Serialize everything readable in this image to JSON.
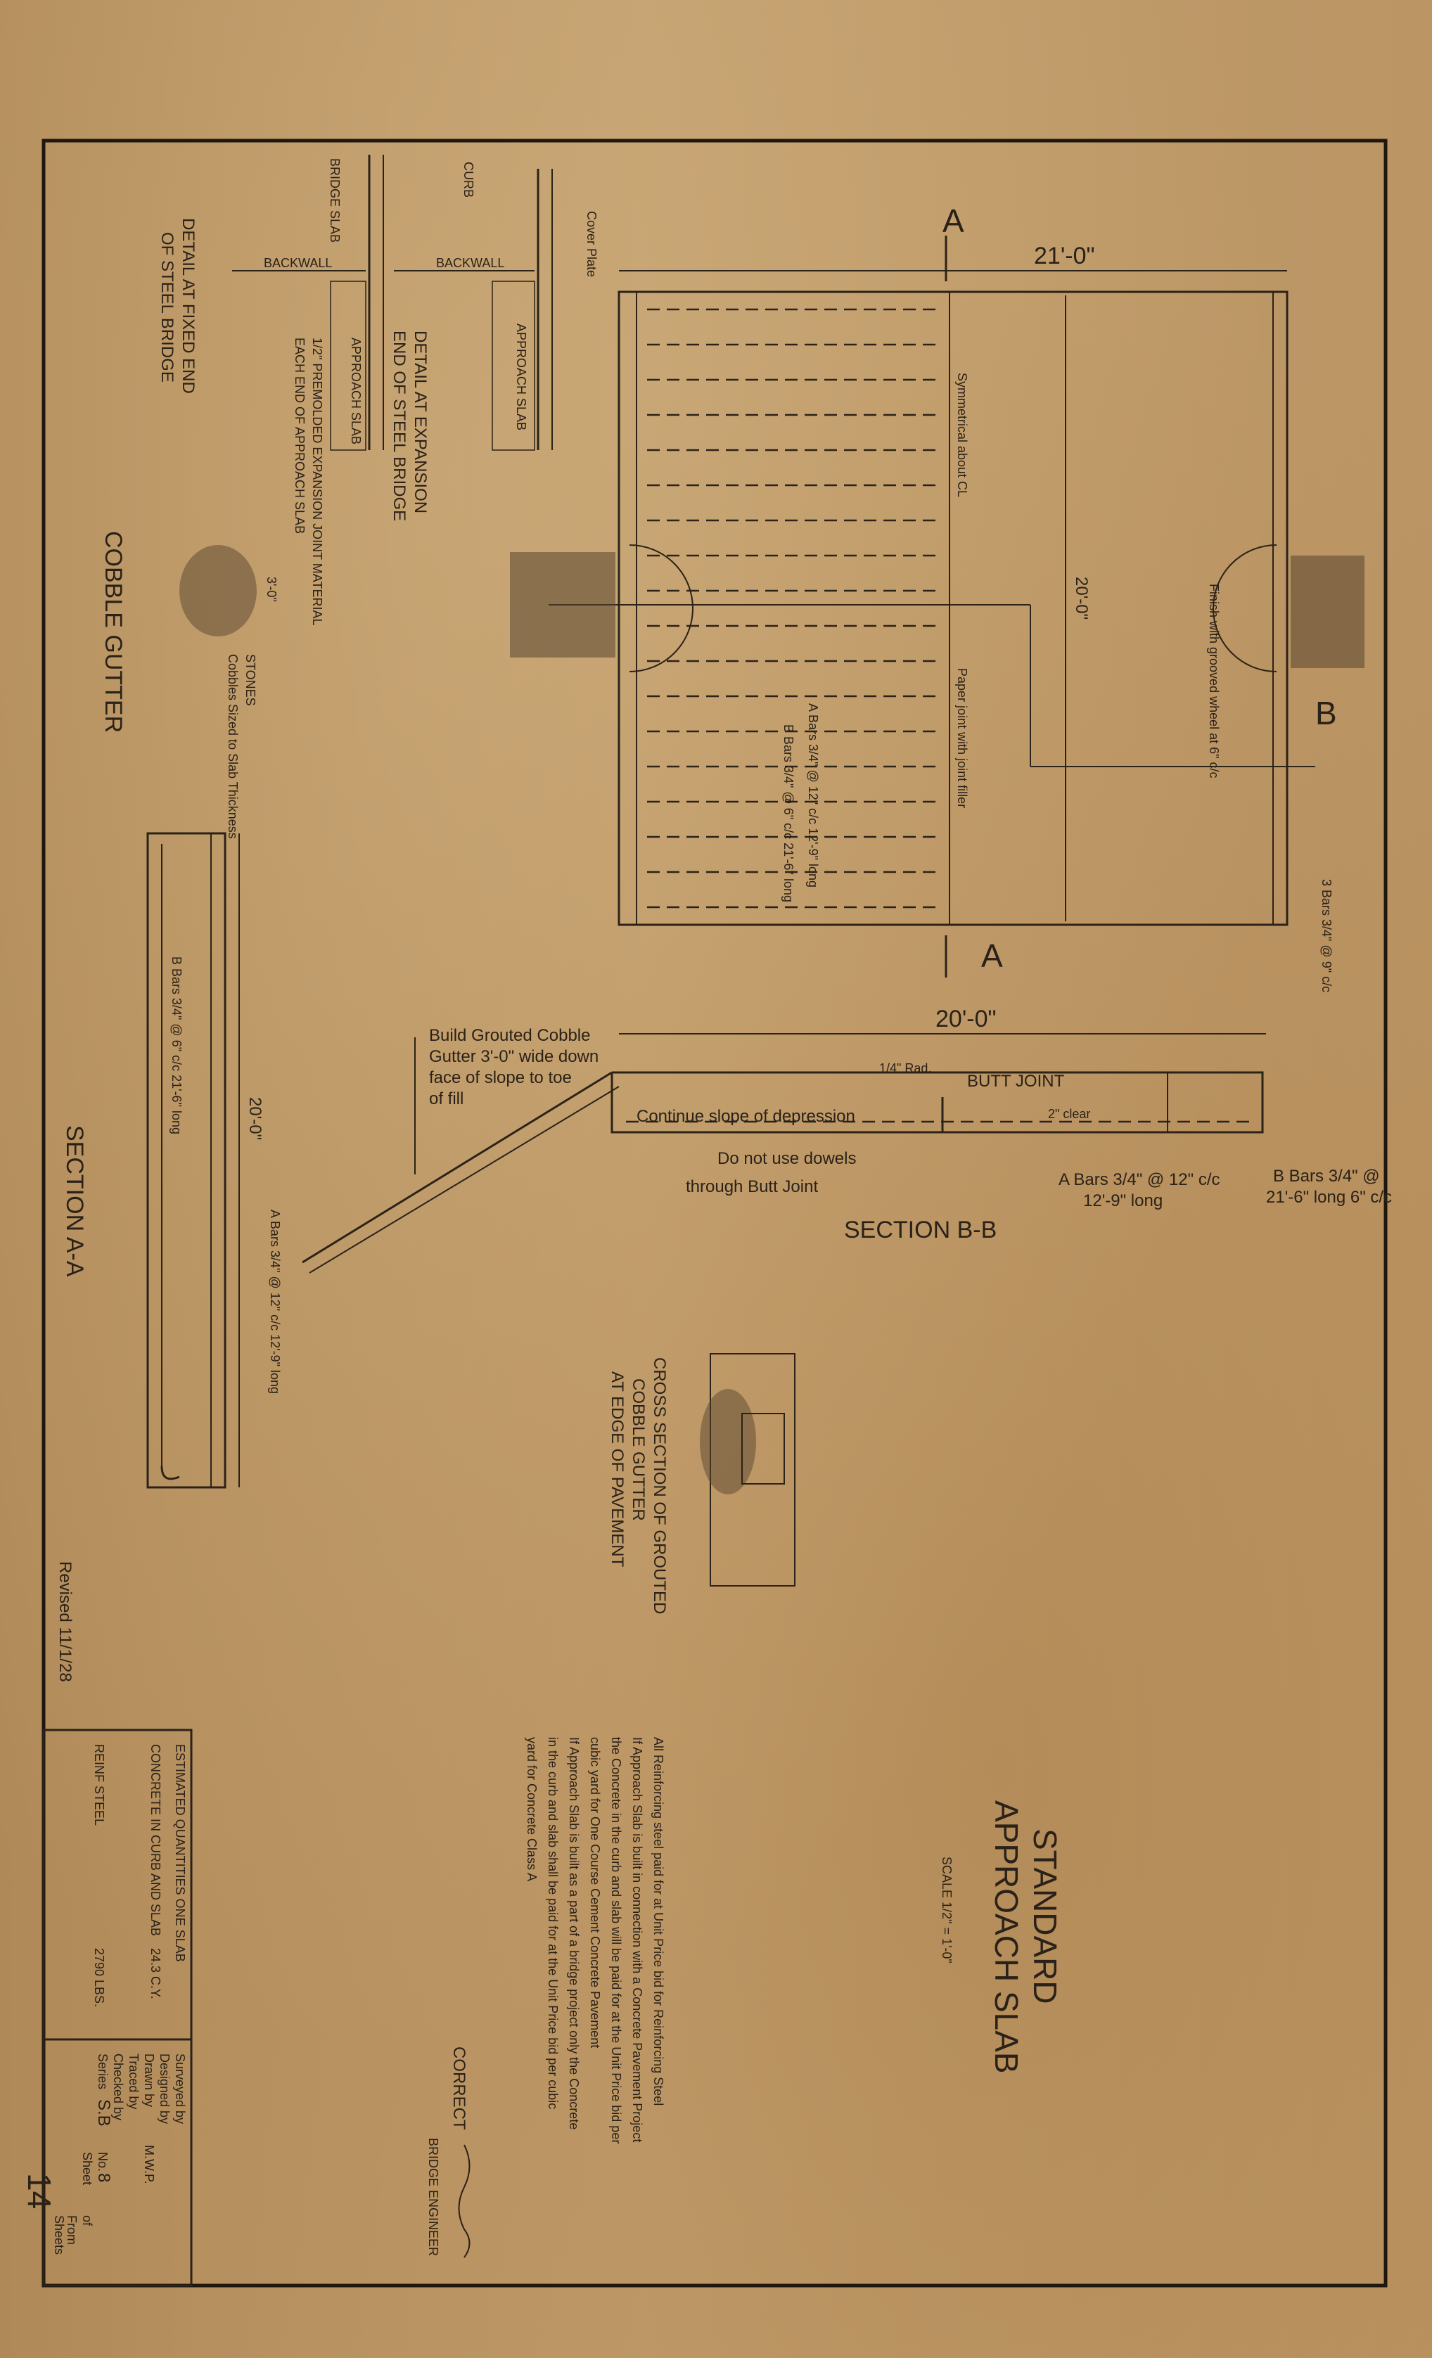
{
  "title_block": {
    "title_line1": "STANDARD",
    "title_line2": "APPROACH SLAB",
    "scale": "SCALE 1/2\" = 1'-0\"",
    "correct_label": "CORRECT",
    "engineer_title": "BRIDGE ENGINEER",
    "surveyed": "Surveyed by",
    "designed": "Designed by",
    "drawn": "Drawn by",
    "drawn_initials": "M.W.P.",
    "traced": "Traced by",
    "checked": "Checked by",
    "series": "Series",
    "series_value": "S.B",
    "no_label": "No.",
    "no_value": "8",
    "sheet_label": "Sheet",
    "of_label": "of",
    "from_label": "From",
    "sheets_label": "Sheets",
    "sheet_number": "14",
    "revised": "Revised 11/1/28"
  },
  "quantities": {
    "heading": "ESTIMATED QUANTITIES ONE SLAB",
    "rows": [
      {
        "label": "CONCRETE IN CURB AND SLAB",
        "value": "24.3 C.Y."
      },
      {
        "label": "REINF STEEL",
        "value": "2790 LBS."
      }
    ]
  },
  "notes": [
    "All Reinforcing steel paid for at Unit Price bid for Reinforcing Steel",
    "If Approach Slab is built in connection with a Concrete Pavement Project",
    "the Concrete in the curb and slab will be paid for at the Unit Price bid per",
    "cubic yard for One Course Cement Concrete Pavement",
    "If Approach Slab is built as a part of a bridge project only the Concrete",
    "in the curb and slab shall be paid for at the Unit Price bid per cubic",
    "yard for Concrete Class A"
  ],
  "plan_view": {
    "width_dim": "21'-0\"",
    "length_dim": "20'-0\"",
    "section_a": "A",
    "section_b": "B",
    "symmetrical": "Symmetrical about CL",
    "paper_joint": "Paper joint with joint filler",
    "bar_note_a": "A Bars 3/4\" @ 12\" c/c 12'-9\" long",
    "bar_note_b": "B Bars 3/4\" @ 6\" c/c 21'-6\" long",
    "finish_note": "Finish with grooved wheel at 6\" c/c",
    "edge_bar_note": "3 Bars 3/4\" @ 9\" c/c"
  },
  "section_bb": {
    "title": "SECTION B-B",
    "length_dim": "20'-0\"",
    "butt_joint": "BUTT JOINT",
    "radius": "1/4\" Rad.",
    "continue_slope": "Continue slope of depression",
    "dowel_note_1": "Do not use dowels",
    "dowel_note_2": "through Butt Joint",
    "a_bars_1": "A Bars 3/4\" @ 12\" c/c",
    "a_bars_2": "12'-9\" long",
    "b_bars_1": "B Bars 3/4\" @",
    "b_bars_2": "21'-6\" long 6\" c/c",
    "gutter_note_1": "Build Grouted Cobble",
    "gutter_note_2": "Gutter 3'-0\" wide down",
    "gutter_note_3": "face of slope to toe",
    "gutter_note_4": "of fill",
    "clear_note": "2\" clear"
  },
  "section_aa": {
    "title": "SECTION A-A",
    "length_dim": "20'-0\"",
    "a_bars": "A Bars 3/4\" @ 12\" c/c 12'-9\" long",
    "b_bars": "B Bars 3/4\" @ 6\" c/c 21'-6\" long"
  },
  "details": {
    "expansion_title_1": "DETAIL AT EXPANSION",
    "expansion_title_2": "END OF STEEL BRIDGE",
    "fixed_title_1": "DETAIL AT FIXED END",
    "fixed_title_2": "OF STEEL BRIDGE",
    "bridge_slab": "BRIDGE SLAB",
    "backwall": "BACKWALL",
    "curb": "CURB",
    "approach_slab": "APPROACH SLAB",
    "premolded": "1/2\" PREMOLDED EXPANSION JOINT MATERIAL",
    "premolded_each": "EACH END OF APPROACH SLAB",
    "cover_plate": "Cover Plate",
    "cobble_gutter": "COBBLE GUTTER",
    "stones": "STONES",
    "cobble_sizes": "Cobbles Sized to Slab Thickness",
    "cobble_dims": "3'-0\"",
    "cross_section_1": "CROSS SECTION OF GROUTED",
    "cross_section_2": "COBBLE GUTTER",
    "cross_section_3": "AT EDGE OF PAVEMENT"
  }
}
